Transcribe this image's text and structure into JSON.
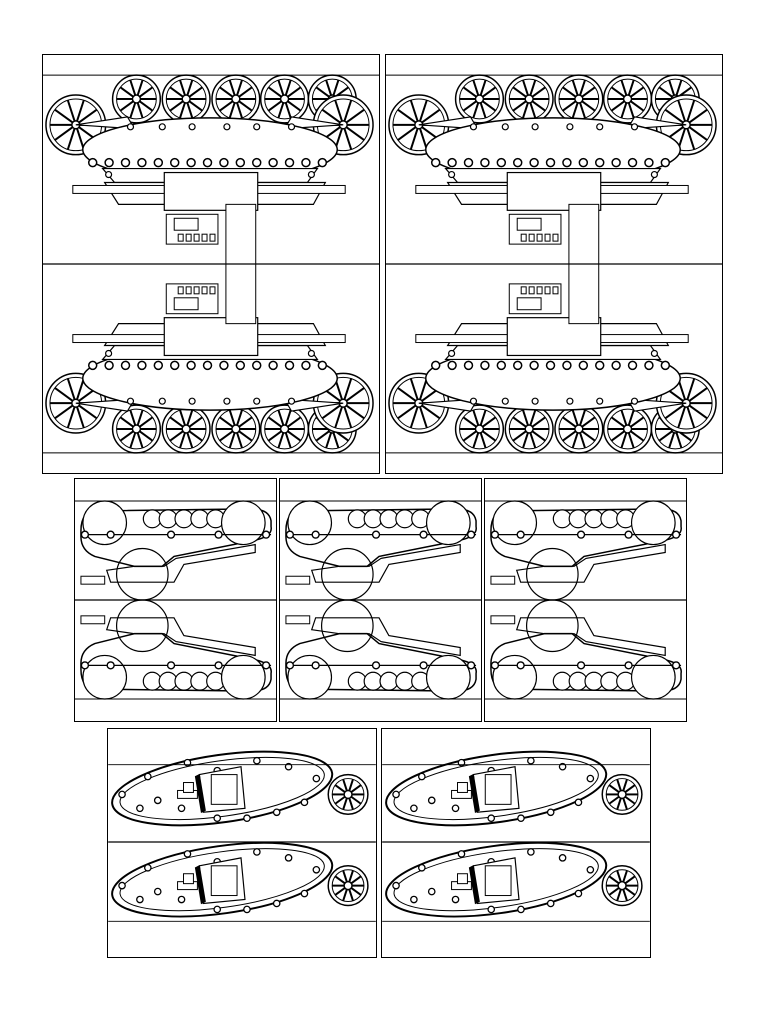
{
  "sheet": {
    "background": "#ffffff",
    "line_color": "#000000",
    "panels": [
      {
        "kind": "tank-front-folding-template",
        "icon": "tank-front-icon"
      },
      {
        "kind": "tank-front-folding-template",
        "icon": "tank-front-icon"
      },
      {
        "kind": "tank-side-folding-template",
        "icon": "tank-side-icon"
      },
      {
        "kind": "tank-side-folding-template",
        "icon": "tank-side-icon"
      },
      {
        "kind": "tank-side-folding-template",
        "icon": "tank-side-icon"
      },
      {
        "kind": "tank-top-folding-template",
        "icon": "tank-top-icon"
      },
      {
        "kind": "tank-top-folding-template",
        "icon": "tank-top-icon"
      }
    ]
  }
}
